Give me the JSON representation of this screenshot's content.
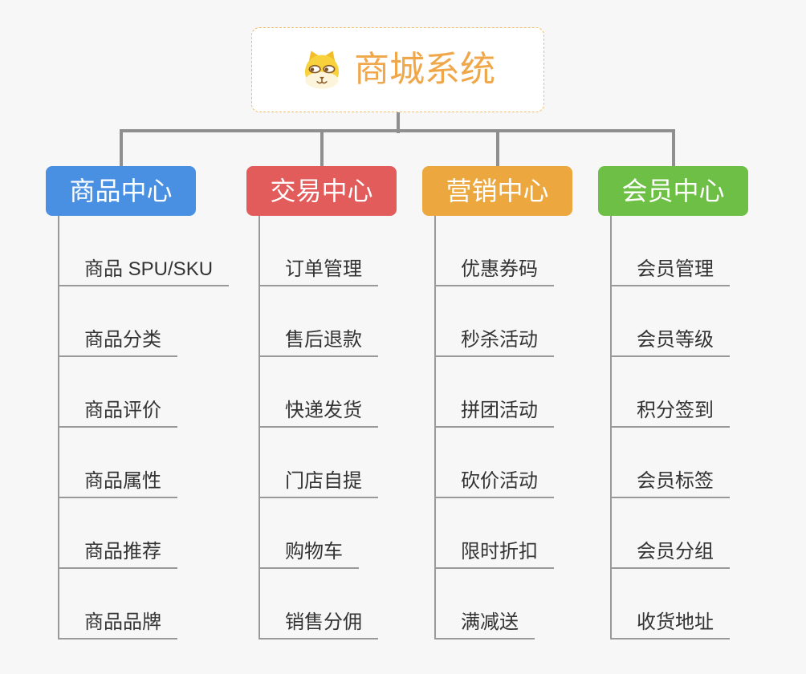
{
  "canvas": {
    "background": "#f7f7f7"
  },
  "connectors": {
    "color": "#8f8f8f"
  },
  "root": {
    "title": "商城系统",
    "title_color": "#f0a74a",
    "border_color": "#f2bb66",
    "icon": "dog-face-icon"
  },
  "branches": [
    {
      "label": "商品中心",
      "color": "#4a90e2",
      "children": [
        "商品 SPU/SKU",
        "商品分类",
        "商品评价",
        "商品属性",
        "商品推荐",
        "商品品牌"
      ]
    },
    {
      "label": "交易中心",
      "color": "#e25c5c",
      "children": [
        "订单管理",
        "售后退款",
        "快递发货",
        "门店自提",
        "购物车",
        "销售分佣"
      ]
    },
    {
      "label": "营销中心",
      "color": "#eca83f",
      "children": [
        "优惠券码",
        "秒杀活动",
        "拼团活动",
        "砍价活动",
        "限时折扣",
        "满减送"
      ]
    },
    {
      "label": "会员中心",
      "color": "#6ebf45",
      "children": [
        "会员管理",
        "会员等级",
        "积分签到",
        "会员标签",
        "会员分组",
        "收货地址"
      ]
    }
  ]
}
